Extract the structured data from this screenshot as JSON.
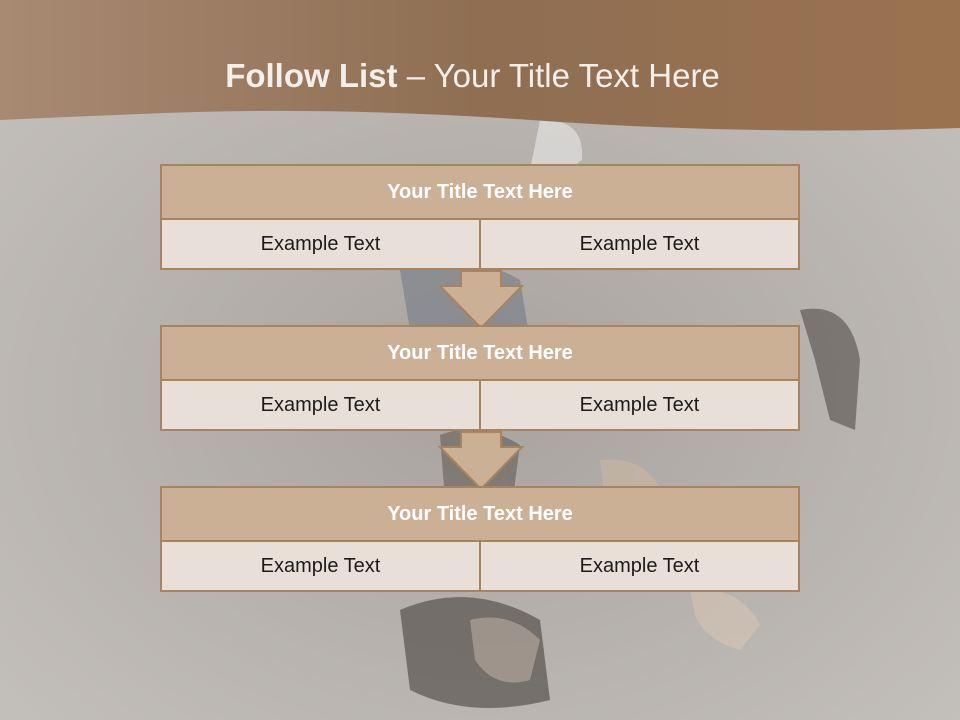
{
  "slide": {
    "title_bold": "Follow List",
    "title_rest": " – Your Title Text Here"
  },
  "blocks": [
    {
      "title": "Your Title Text Here",
      "cells": [
        "Example Text",
        "Example Text"
      ]
    },
    {
      "title": "Your Title Text Here",
      "cells": [
        "Example Text",
        "Example Text"
      ]
    },
    {
      "title": "Your Title Text Here",
      "cells": [
        "Example Text",
        "Example Text"
      ]
    }
  ],
  "colors": {
    "header_band": "#8d6a4d",
    "block_title_fill": "#cbb095",
    "block_border": "#a98360",
    "cell_fill": "#e9dfd9",
    "background": "#bdb9b5"
  },
  "icons": {
    "connector": "down-arrow-icon"
  }
}
